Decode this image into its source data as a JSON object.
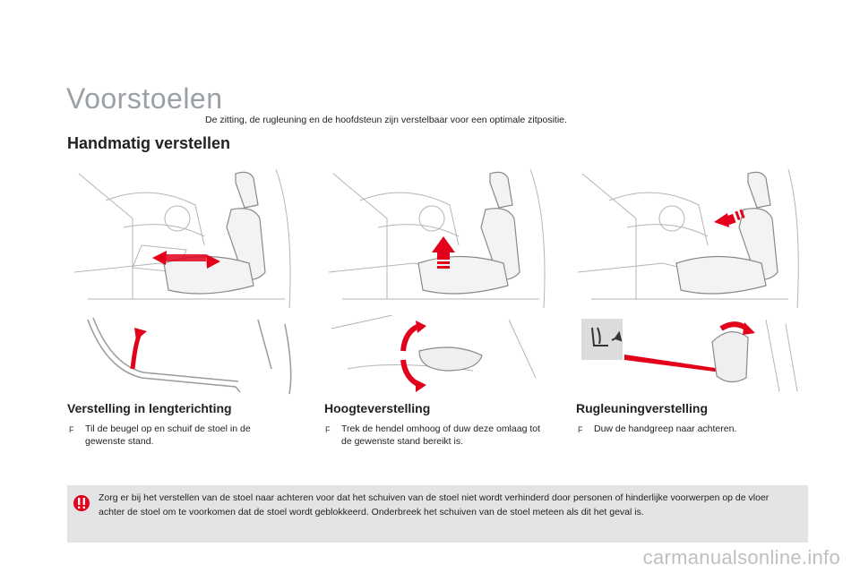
{
  "page": {
    "title": "Voorstoelen",
    "intro": "De zitting, de rugleuning en de hoofdsteun zijn verstelbaar voor een optimale zitpositie.",
    "section_title": "Handmatig verstellen"
  },
  "columns": [
    {
      "heading": "Verstelling in lengterichting",
      "bullet_marker": "F",
      "text": "Til de beugel op en schuif de stoel in de gewenste stand."
    },
    {
      "heading": "Hoogteverstelling",
      "bullet_marker": "F",
      "text": "Trek de hendel omhoog of duw deze omlaag tot de gewenste stand bereikt is."
    },
    {
      "heading": "Rugleuningverstelling",
      "bullet_marker": "F",
      "text": "Duw de handgreep naar achteren."
    }
  ],
  "warning": {
    "text": "Zorg er bij het verstellen van de stoel naar achteren voor dat het schuiven van de stoel niet wordt verhinderd door personen of hinderlijke voorwerpen op de vloer achter de stoel om te voorkomen dat de stoel wordt geblokkeerd. Onderbreek het schuiven van de stoel meteen als dit het geval is."
  },
  "watermark": "carmanualsonline.info",
  "colors": {
    "accent_red": "#e3001b",
    "title_gray": "#9aa0a6",
    "warning_bg": "#e4e4e4"
  }
}
